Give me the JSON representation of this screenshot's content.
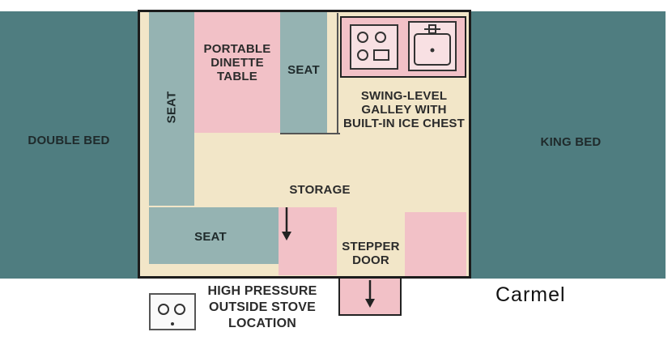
{
  "floorplan": {
    "labels": {
      "double_bed": "DOUBLE BED",
      "king_bed": "KING BED",
      "seat_left": "SEAT",
      "seat_top": "SEAT",
      "seat_bottom": "SEAT",
      "dinette": "PORTABLE\nDINETTE\nTABLE",
      "galley": "SWING-LEVEL\nGALLEY WITH\nBUILT-IN ICE CHEST",
      "storage": "STORAGE",
      "door": "STEPPER\nDOOR",
      "stove": "HIGH PRESSURE\nOUTSIDE STOVE\nLOCATION"
    },
    "model_name": "Carmel",
    "colors": {
      "bed": "#4f7d80",
      "seat": "#95b3b2",
      "furniture": "#f2c1c7",
      "floor": "#f2e6c8",
      "outline": "#222222"
    },
    "icons": [
      "stovetop-icon",
      "sink-icon",
      "outside-stove-icon",
      "arrow-down-icon"
    ]
  }
}
